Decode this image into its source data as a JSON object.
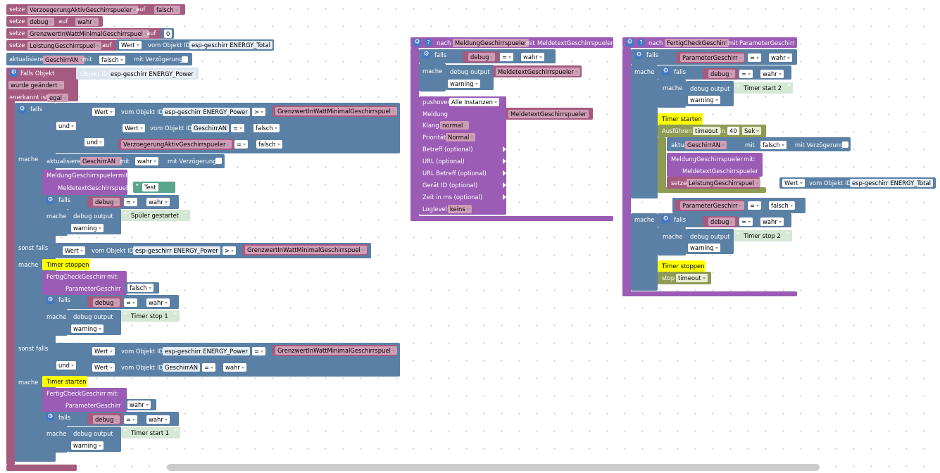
{
  "labels": {
    "setze": "setze",
    "auf": "auf",
    "aktualisiere": "aktualisiere",
    "mit": "mit",
    "mit_verz": "mit Verzögerung",
    "falls_objekt": "Falls Objekt",
    "objekt_id": "Objekt ID",
    "wurde": "wurde geändert",
    "anerkannt": "anerkannt ist",
    "falls": "falls",
    "mache": "mache",
    "sonst_falls": "sonst falls",
    "und": "und",
    "wert": "Wert",
    "vom_objekt_id": "vom Objekt ID",
    "debug_output": "debug output",
    "mit_colon": "mit:",
    "timer_stoppen": "Timer stoppen",
    "timer_starten": "Timer starten",
    "nach": "nach",
    "pushover": "pushover",
    "meldung": "Meldung",
    "klang": "Klang",
    "prioritaet": "Priorität",
    "betreff": "Betreff (optional)",
    "url": "URL (optional)",
    "url_betreff": "URL Betreff (optional)",
    "geraet": "Gerät ID (optional)",
    "zeit": "Zeit in ms (optional)",
    "loglevel": "Loglevel",
    "ausfuehren": "Ausführen",
    "in": "in",
    "sek": "Sek",
    "stop": "stop",
    "gear": "⚙",
    "help": "?",
    "eq": "=",
    "gt": ">"
  },
  "vars": {
    "verz": "VerzoegerungAktivGeschirrspueler",
    "debug": "debug",
    "grenz": "GrenzwertInWattMinimalGeschirrspuel",
    "leistung": "LeistungGeschirrspuel",
    "geschirran": "GeschirrAN",
    "meldung_fn": "MeldungGeschirrspueler",
    "meldetext": "MeldetextGeschirrspueler",
    "fertig_fn": "FertigCheckGeschirr",
    "parameter": "ParameterGeschirr",
    "timeout": "timeout"
  },
  "values": {
    "falsch": "falsch",
    "wahr": "wahr",
    "zero": "0",
    "egal": "egal",
    "warning": "warning",
    "alle": "Alle Instanzen",
    "normal_klang": "normal",
    "normal_prio": "Normal",
    "keins": "keins",
    "forty": "40",
    "energy_total": "esp-geschirr ENERGY_Total",
    "energy_power": "esp-geschirr ENERGY_Power",
    "geschirran_id": "GeschirrAN"
  },
  "strings": {
    "test": "Test",
    "spueler": "Spüler gestartet",
    "stop1": "Timer stop 1",
    "start1": "Timer start 1",
    "start2": "Timer start 2",
    "stop2": "Timer stop 2"
  },
  "colors": {
    "variable": "#a55b80",
    "logic": "#5b80a5",
    "procedure": "#9a5cb4",
    "timer_highlight": "#ffff00",
    "timer": "#8f9b55",
    "text": "#5ba58c"
  }
}
